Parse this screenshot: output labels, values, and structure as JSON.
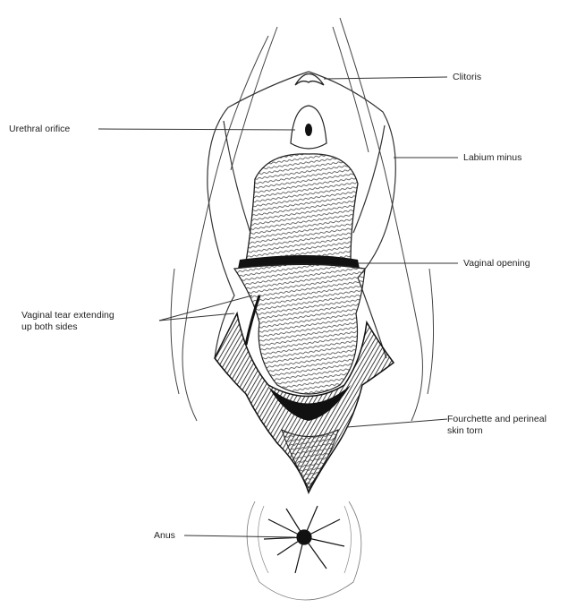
{
  "labels": {
    "clitoris": "Clitoris",
    "urethral_orifice": "Urethral orifice",
    "labium_minus": "Labium minus",
    "vaginal_opening": "Vaginal opening",
    "vaginal_tear_line1": "Vaginal tear extending",
    "vaginal_tear_line2": "up both sides",
    "fourchette_line1": "Fourchette and perineal",
    "fourchette_line2": "skin torn",
    "anus": "Anus"
  }
}
